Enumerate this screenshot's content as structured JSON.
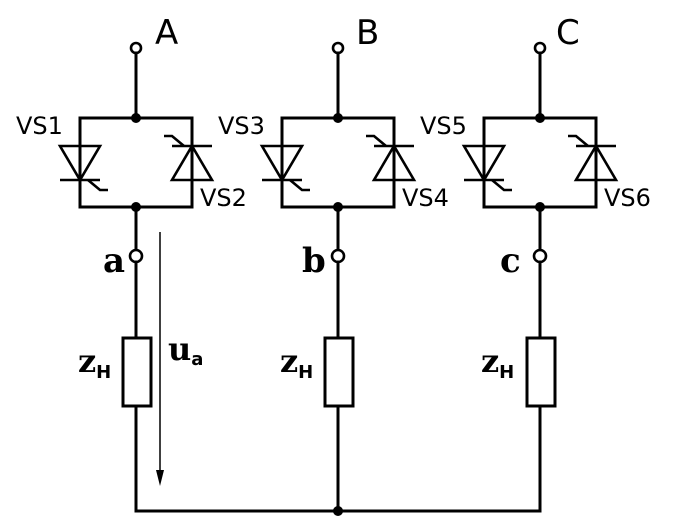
{
  "phases": [
    {
      "terminal": "A",
      "load_node": "a",
      "upper_device": "VS1",
      "lower_device": "VS2",
      "impedance": "z",
      "impedance_sub": "H"
    },
    {
      "terminal": "B",
      "load_node": "b",
      "upper_device": "VS3",
      "lower_device": "VS4",
      "impedance": "z",
      "impedance_sub": "H"
    },
    {
      "terminal": "C",
      "load_node": "c",
      "upper_device": "VS5",
      "lower_device": "VS6",
      "impedance": "z",
      "impedance_sub": "H"
    }
  ],
  "voltage_arrow": {
    "symbol": "u",
    "subscript": "a"
  }
}
